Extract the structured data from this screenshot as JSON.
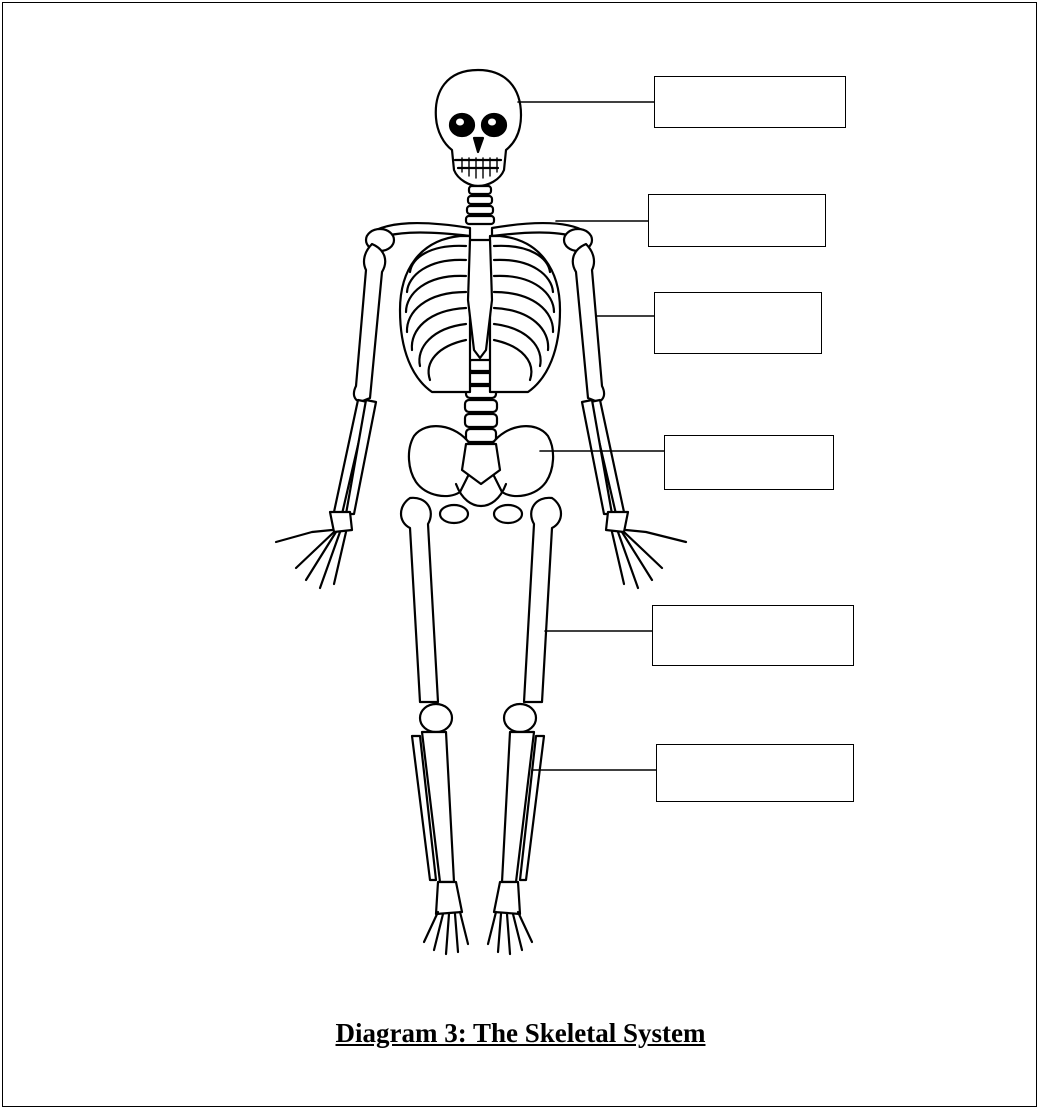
{
  "caption": "Diagram 3: The Skeletal System",
  "label_boxes": [
    {
      "id": "skull",
      "value": ""
    },
    {
      "id": "clavicle",
      "value": ""
    },
    {
      "id": "humerus",
      "value": ""
    },
    {
      "id": "pelvis",
      "value": ""
    },
    {
      "id": "femur",
      "value": ""
    },
    {
      "id": "tibia",
      "value": ""
    }
  ],
  "colors": {
    "ink": "#000000",
    "paper": "#ffffff"
  }
}
